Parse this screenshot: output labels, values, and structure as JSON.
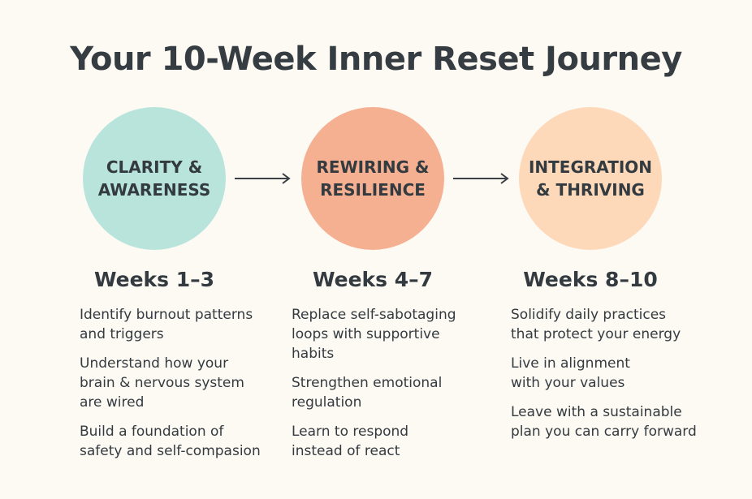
{
  "title": "Your 10-Week Inner Reset Journey",
  "phases": [
    {
      "name_line1": "CLARITY &",
      "name_line2": "AWARENESS",
      "color": "#b8e4dc",
      "weeks": "Weeks 1–3",
      "items": [
        [
          "Identify burnout patterns",
          "and triggers"
        ],
        [
          "Understand how your",
          "brain & nervous system",
          "are wired"
        ],
        [
          "Build a foundation of",
          "safety and self-compasion"
        ]
      ]
    },
    {
      "name_line1": "REWIRING &",
      "name_line2": "RESILIENCE",
      "color": "#f5b092",
      "weeks": "Weeks 4–7",
      "items": [
        [
          "Replace self-sabotaging",
          "loops with supportive",
          "habits"
        ],
        [
          "Strengthen emotional",
          "regulation"
        ],
        [
          "Learn to respond",
          "instead of react"
        ]
      ]
    },
    {
      "name_line1": "INTEGRATION",
      "name_line2": "& THRIVING",
      "color": "#fdd9b9",
      "weeks": "Weeks 8–10",
      "items": [
        [
          "Solidify daily practices",
          "that protect your energy"
        ],
        [
          "Live in alignment",
          "with your values"
        ],
        [
          "Leave with a sustainable",
          "plan you can carry forward"
        ]
      ]
    }
  ]
}
